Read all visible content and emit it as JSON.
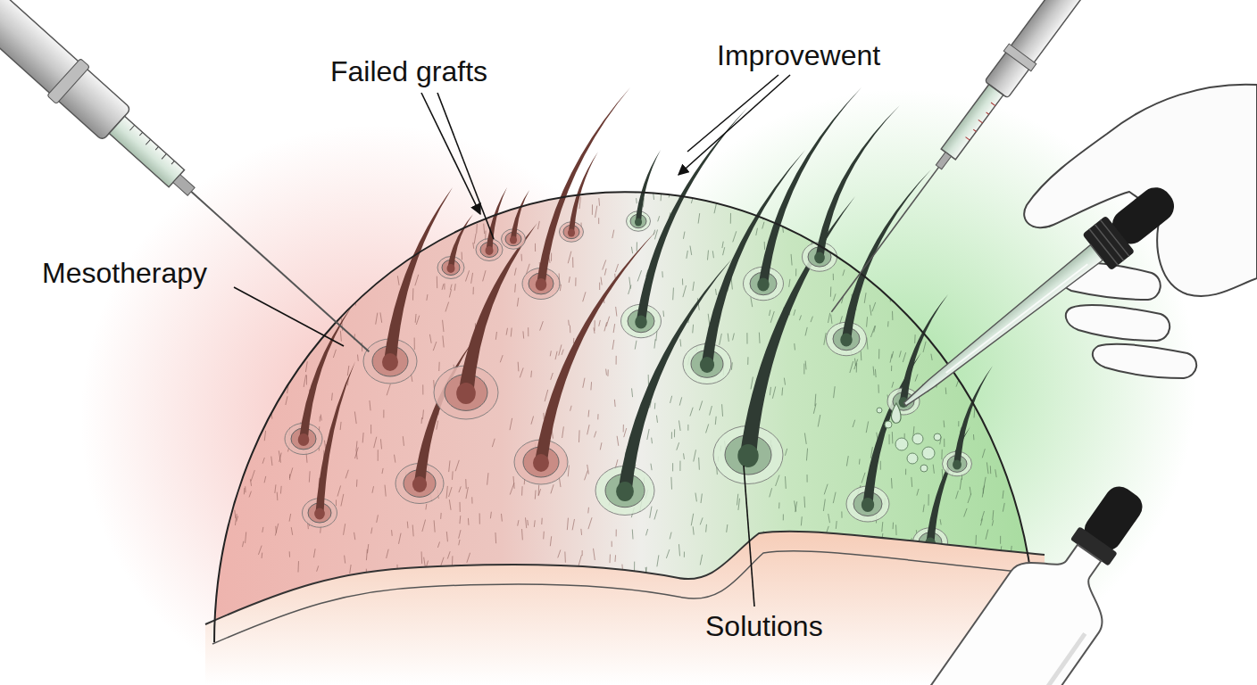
{
  "diagram": {
    "labels": [
      "Failed grafts",
      "Improvewent",
      "Mesotherapy",
      "Solutions"
    ]
  }
}
